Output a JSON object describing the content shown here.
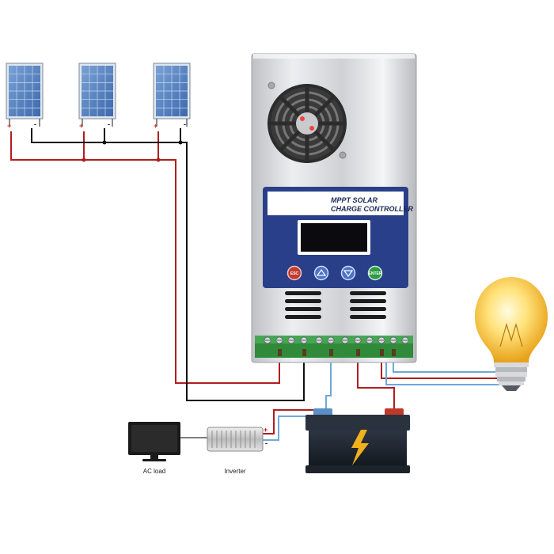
{
  "controller": {
    "title_line1": "MPPT SOLAR",
    "title_line2": "CHARGE CONTROLLER",
    "buttons": [
      "ESC",
      "UP",
      "DOWN",
      "ENTER"
    ]
  },
  "labels": {
    "ac_load": "AC load",
    "inverter": "Inverter"
  },
  "panels": [
    {
      "plus": "+",
      "minus": "-"
    },
    {
      "plus": "+",
      "minus": "-"
    },
    {
      "plus": "+",
      "minus": "-"
    }
  ],
  "inverter_terminals": {
    "plus": "+",
    "minus": "-"
  },
  "colors": {
    "positive_wire": "#b01e1e",
    "negative_wire": "#111111",
    "load_wire": "#6ea8d8",
    "controller_panel": "#2a3f8a",
    "controller_body": "#d9dadc",
    "terminal_block": "#2f8a3a",
    "solar_cell": "#4f7fc0",
    "battery_accent": "#f2b01e"
  },
  "icons": {
    "lightning": "lightning-icon",
    "bulb": "light-bulb-icon",
    "fan": "fan-icon",
    "monitor": "monitor-icon"
  }
}
